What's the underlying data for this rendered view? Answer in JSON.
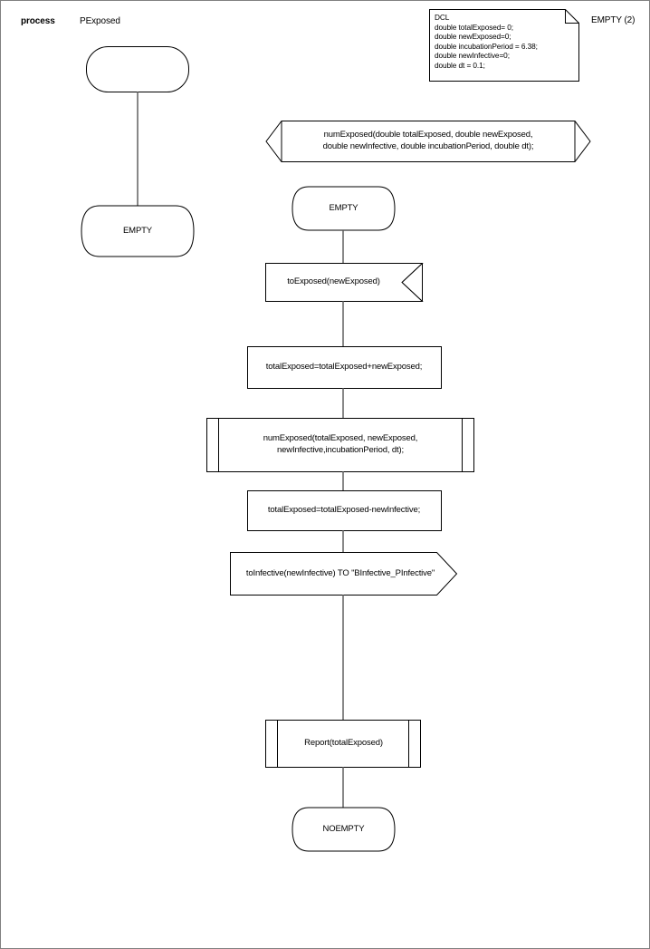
{
  "diagram": {
    "type": "sdl-process-diagram",
    "header": {
      "keyword": "process",
      "name": "PExposed"
    },
    "page_label": "EMPTY (2)",
    "declaration_block": {
      "title": "DCL",
      "lines": [
        "DCL",
        "double totalExposed= 0;",
        "double newExposed=0;",
        "double incubationPeriod = 6.38;",
        "double newInfective=0;",
        "double dt = 0.1;"
      ]
    },
    "procedure_declaration": {
      "line1": "numExposed(double totalExposed, double newExposed,",
      "line2": "double newInfective, double incubationPeriod, double dt);"
    },
    "nodes": [
      {
        "id": "start",
        "kind": "start-symbol",
        "text": ""
      },
      {
        "id": "state-empty-left",
        "kind": "state",
        "text": "EMPTY"
      },
      {
        "id": "state-empty-right",
        "kind": "state",
        "text": "EMPTY"
      },
      {
        "id": "input-toexposed",
        "kind": "input-signal",
        "text": "toExposed(newExposed)"
      },
      {
        "id": "task-add",
        "kind": "task",
        "text": "totalExposed=totalExposed+newExposed;"
      },
      {
        "id": "call-numexposed",
        "kind": "procedure-call",
        "line1": "numExposed(totalExposed, newExposed,",
        "line2": "newInfective,incubationPeriod, dt);"
      },
      {
        "id": "task-sub",
        "kind": "task",
        "text": "totalExposed=totalExposed-newInfective;"
      },
      {
        "id": "output-toinfective",
        "kind": "output-signal",
        "text": "toInfective(newInfective) TO \"BInfective_PInfective\""
      },
      {
        "id": "call-report",
        "kind": "procedure-call",
        "text": "Report(totalExposed)"
      },
      {
        "id": "state-noempty",
        "kind": "state",
        "text": "NOEMPTY"
      }
    ],
    "colors": {
      "stroke": "#000000",
      "connector": "#555555",
      "background": "#ffffff",
      "border": "#808080"
    }
  }
}
